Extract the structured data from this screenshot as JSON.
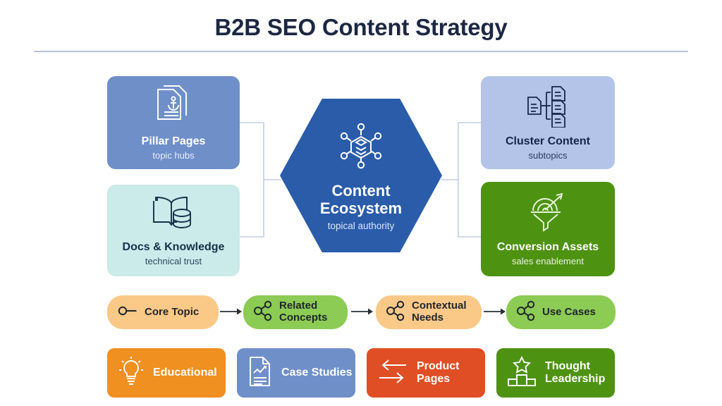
{
  "header": {
    "title": "B2B SEO Content Strategy"
  },
  "hub": {
    "title_line1": "Content",
    "title_line2": "Ecosystem",
    "subtitle": "topical authority",
    "icon": "network-layers-icon",
    "color": "#2a5caa"
  },
  "cards": [
    {
      "id": "pillar",
      "title": "Pillar Pages",
      "subtitle": "topic hubs",
      "icon": "documents-anchor-icon",
      "color": "#6f8fc9",
      "text_color": "#ffffff"
    },
    {
      "id": "docs",
      "title": "Docs & Knowledge",
      "subtitle": "technical trust",
      "icon": "book-database-icon",
      "color": "#cbeaea",
      "text_color": "#16314a"
    },
    {
      "id": "cluster",
      "title": "Cluster Content",
      "subtitle": "subtopics",
      "icon": "document-tree-icon",
      "color": "#b4c4e8",
      "text_color": "#14264a"
    },
    {
      "id": "conversion",
      "title": "Conversion Assets",
      "subtitle": "sales enablement",
      "icon": "target-funnel-icon",
      "color": "#4e9212",
      "text_color": "#ffffff"
    }
  ],
  "flow": {
    "steps": [
      {
        "id": "core",
        "label": "Core Topic",
        "icon": "node-line-icon",
        "color": "#fac988"
      },
      {
        "id": "related",
        "label": "Related Concepts",
        "icon": "share-nodes-icon",
        "color": "#8ccb54"
      },
      {
        "id": "contextual",
        "label": "Contextual Needs",
        "icon": "share-nodes-icon",
        "color": "#fac988"
      },
      {
        "id": "usecases",
        "label": "Use Cases",
        "icon": "share-nodes-icon",
        "color": "#8ccb54"
      }
    ],
    "connector": "arrow-right-icon"
  },
  "formats": [
    {
      "id": "educational",
      "label": "Educational",
      "icon": "lightbulb-icon",
      "color": "#ef9020"
    },
    {
      "id": "case",
      "label": "Case Studies",
      "icon": "document-chart-icon",
      "color": "#6f8fc9"
    },
    {
      "id": "product",
      "label": "Product Pages",
      "icon": "exchange-arrows-icon",
      "color": "#e04e25"
    },
    {
      "id": "thought",
      "label": "Thought Leadership",
      "icon": "podium-star-icon",
      "color": "#4e9212"
    }
  ]
}
